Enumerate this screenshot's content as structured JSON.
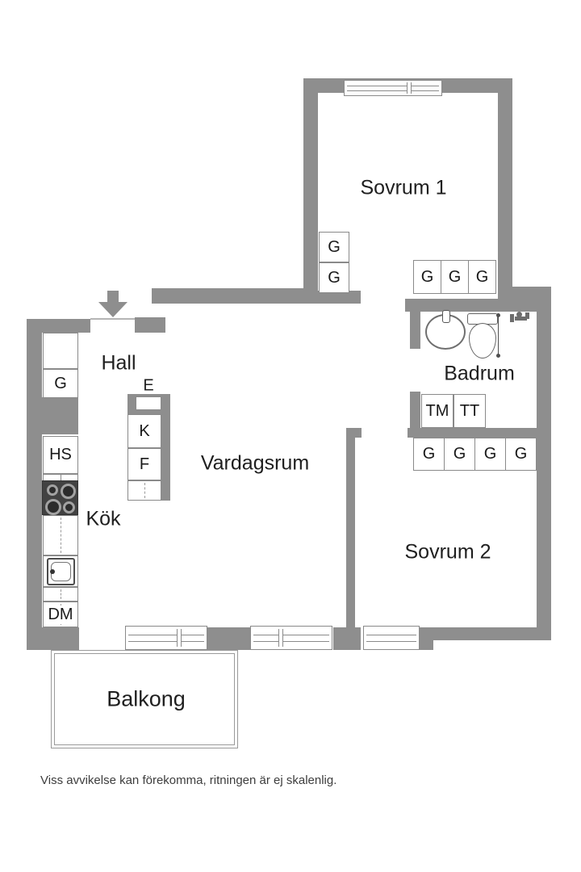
{
  "colors": {
    "wall": "#8e8e8e",
    "line": "#8a8a8a",
    "text": "#1f1f1f",
    "dark": "#424242"
  },
  "rooms": {
    "sovrum1": {
      "label": "Sovrum 1"
    },
    "hall": {
      "label": "Hall"
    },
    "vardagsrum": {
      "label": "Vardagsrum"
    },
    "kok": {
      "label": "Kök"
    },
    "badrum": {
      "label": "Badrum"
    },
    "sovrum2": {
      "label": "Sovrum 2"
    },
    "balkong": {
      "label": "Balkong"
    }
  },
  "cabinets": {
    "hall_g": "G",
    "hs": "HS",
    "dm": "DM",
    "e": "E",
    "k": "K",
    "f": "F",
    "tm": "TM",
    "tt": "TT",
    "s1_left": [
      "G",
      "G"
    ],
    "s1_bottom": [
      "G",
      "G",
      "G"
    ],
    "s2_top": [
      "G",
      "G",
      "G",
      "G"
    ]
  },
  "footer": {
    "disclaimer": "Viss avvikelse kan förekomma, ritningen är ej skalenlig."
  }
}
